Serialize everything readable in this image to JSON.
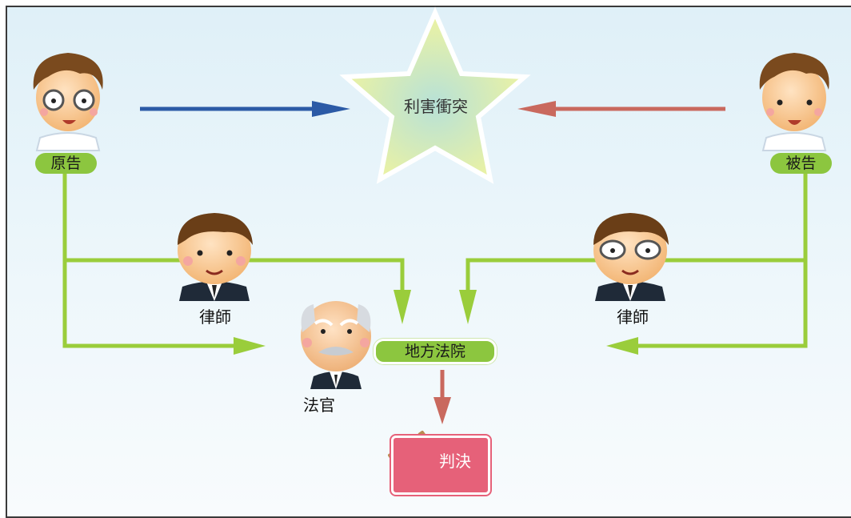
{
  "labels": {
    "plaintiff": "原告",
    "defendant": "被告",
    "conflict": "利害衝突",
    "lawyer_left": "律師",
    "lawyer_right": "律師",
    "judge": "法官",
    "court": "地方法院",
    "verdict": "判決"
  },
  "colors": {
    "blue_arrow": "#2b5aa6",
    "red_arrow": "#c9695e",
    "green_line": "#9acd3b",
    "pill": "#8cc63f",
    "verdict_box": "#e66179",
    "star_fill_center": "#c2e6d9",
    "star_fill_edge": "#eef3a8"
  },
  "icons": [
    "plaintiff-person-icon",
    "defendant-person-icon",
    "lawyer-person-icon",
    "judge-person-icon",
    "gavel-icon"
  ]
}
